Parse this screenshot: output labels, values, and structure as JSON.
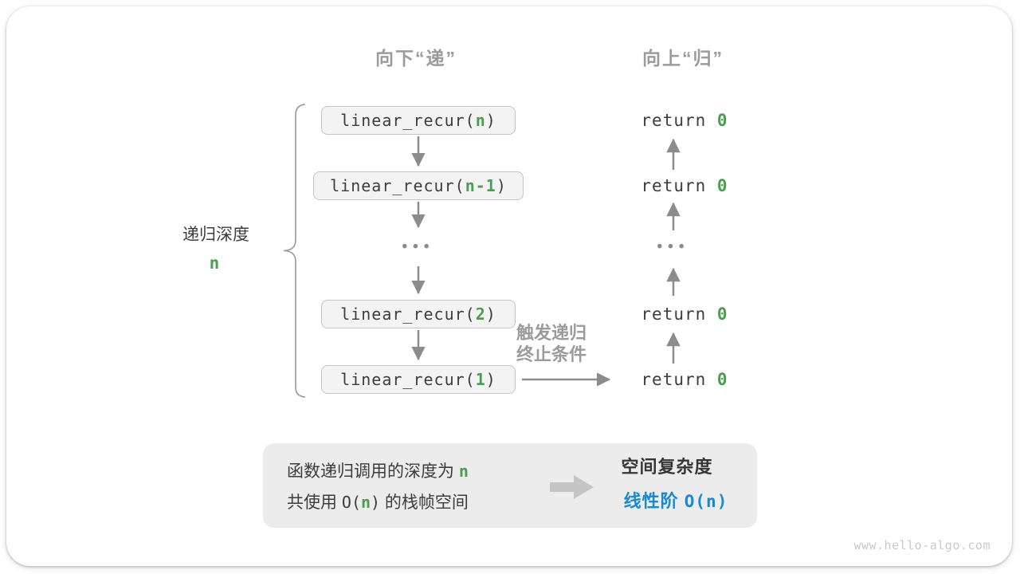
{
  "headers": {
    "down": "向下“递”",
    "up": "向上“归”"
  },
  "depth_label": {
    "text": "递归深度",
    "var": "n"
  },
  "call_stack": [
    {
      "prefix": "linear_recur(",
      "arg": "n",
      "suffix": ")"
    },
    {
      "prefix": "linear_recur(",
      "arg": "n-1",
      "suffix": ")"
    },
    {
      "prefix": "linear_recur(",
      "arg": "2",
      "suffix": ")"
    },
    {
      "prefix": "linear_recur(",
      "arg": "1",
      "suffix": ")"
    }
  ],
  "ellipsis": "•••",
  "returns": [
    {
      "keyword": "return ",
      "value": "0"
    },
    {
      "keyword": "return ",
      "value": "0"
    },
    {
      "keyword": "return ",
      "value": "0"
    },
    {
      "keyword": "return ",
      "value": "0"
    }
  ],
  "trigger": {
    "line1": "触发递归",
    "line2": "终止条件"
  },
  "summary": {
    "left_line1_text": "函数递归调用的深度为 ",
    "left_line1_var": "n",
    "left_line2_pre": "共使用 ",
    "left_line2_code_open": "O(",
    "left_line2_var": "n",
    "left_line2_code_close": ")",
    "left_line2_post": " 的栈帧空间",
    "right_title": "空间复杂度",
    "right_result_cjk": "线性阶 ",
    "right_result_code": "O(n)"
  },
  "colors": {
    "accent_green": "#4a9e4f",
    "accent_blue": "#1789d8",
    "arrow_gray": "#8c8c8c",
    "muted_gray": "#9b9b9b"
  },
  "watermark": "www.hello-algo.com"
}
